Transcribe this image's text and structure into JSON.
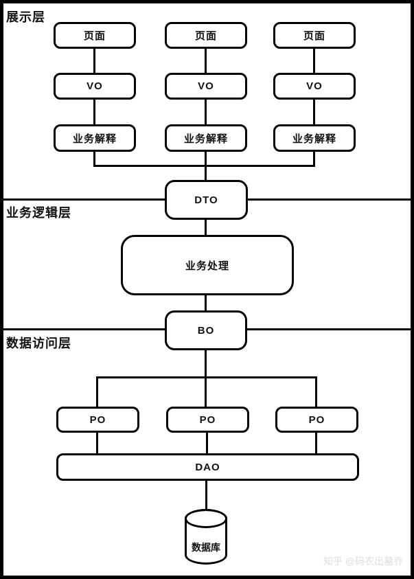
{
  "layers": [
    {
      "name": "presentation",
      "label": "展示层"
    },
    {
      "name": "business-logic",
      "label": "业务逻辑层"
    },
    {
      "name": "data-access",
      "label": "数据访问层"
    }
  ],
  "nodes": {
    "page_1": {
      "label": "页面"
    },
    "page_2": {
      "label": "页面"
    },
    "page_3": {
      "label": "页面"
    },
    "vo_1": {
      "label": "VO"
    },
    "vo_2": {
      "label": "VO"
    },
    "vo_3": {
      "label": "VO"
    },
    "interpret_1": {
      "label": "业务解释"
    },
    "interpret_2": {
      "label": "业务解释"
    },
    "interpret_3": {
      "label": "业务解释"
    },
    "dto": {
      "label": "DTO"
    },
    "business_process": {
      "label": "业务处理"
    },
    "bo": {
      "label": "BO"
    },
    "po_1": {
      "label": "PO"
    },
    "po_2": {
      "label": "PO"
    },
    "po_3": {
      "label": "PO"
    },
    "dao": {
      "label": "DAO"
    },
    "database": {
      "label": "数据库"
    }
  },
  "edges": [
    "页面→VO (×3)",
    "VO→业务解释 (×3)",
    "业务解释(×3)→DTO",
    "DTO→业务处理",
    "业务处理→BO",
    "BO→PO (×3)",
    "PO(×3)→DAO",
    "DAO→数据库"
  ],
  "watermark": {
    "text": "知乎 @码农出墓乔"
  },
  "colors": {
    "line": "#000000",
    "background": "#ffffff",
    "watermark": "#e2e2e2"
  }
}
